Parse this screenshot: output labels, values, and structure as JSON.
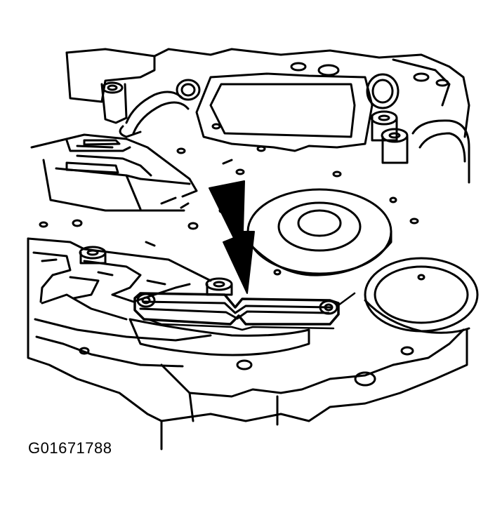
{
  "figure": {
    "caption_code": "G01671788",
    "subject": "transmission-valve-body-illustration",
    "callout": "arrow-pointing-to-bracket",
    "colors": {
      "line": "#000000",
      "background": "#ffffff"
    }
  }
}
